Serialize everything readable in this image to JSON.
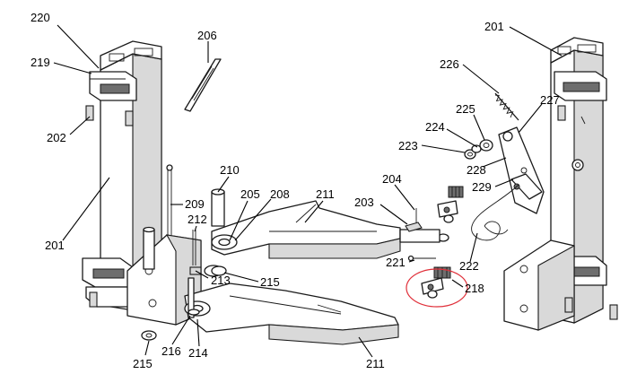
{
  "highlight_color": "#e0303a",
  "callouts": [
    {
      "id": "c220a",
      "text": "220"
    },
    {
      "id": "c219",
      "text": "219"
    },
    {
      "id": "c202",
      "text": "202"
    },
    {
      "id": "c201a",
      "text": "201"
    },
    {
      "id": "c206",
      "text": "206"
    },
    {
      "id": "c210",
      "text": "210"
    },
    {
      "id": "c209",
      "text": "209"
    },
    {
      "id": "c212",
      "text": "212"
    },
    {
      "id": "c205",
      "text": "205"
    },
    {
      "id": "c208",
      "text": "208"
    },
    {
      "id": "c211a",
      "text": "211"
    },
    {
      "id": "c203",
      "text": "203"
    },
    {
      "id": "c204",
      "text": "204"
    },
    {
      "id": "c213",
      "text": "213"
    },
    {
      "id": "c215a",
      "text": "215"
    },
    {
      "id": "c216",
      "text": "216"
    },
    {
      "id": "c214",
      "text": "214"
    },
    {
      "id": "c215b",
      "text": "215"
    },
    {
      "id": "c211b",
      "text": "211"
    },
    {
      "id": "c221",
      "text": "221"
    },
    {
      "id": "c218",
      "text": "218"
    },
    {
      "id": "c201b",
      "text": "201"
    },
    {
      "id": "c226",
      "text": "226"
    },
    {
      "id": "c225",
      "text": "225"
    },
    {
      "id": "c227",
      "text": "227"
    },
    {
      "id": "c224",
      "text": "224"
    },
    {
      "id": "c223",
      "text": "223"
    },
    {
      "id": "c228",
      "text": "228"
    },
    {
      "id": "c229",
      "text": "229"
    },
    {
      "id": "c222",
      "text": "222"
    }
  ]
}
